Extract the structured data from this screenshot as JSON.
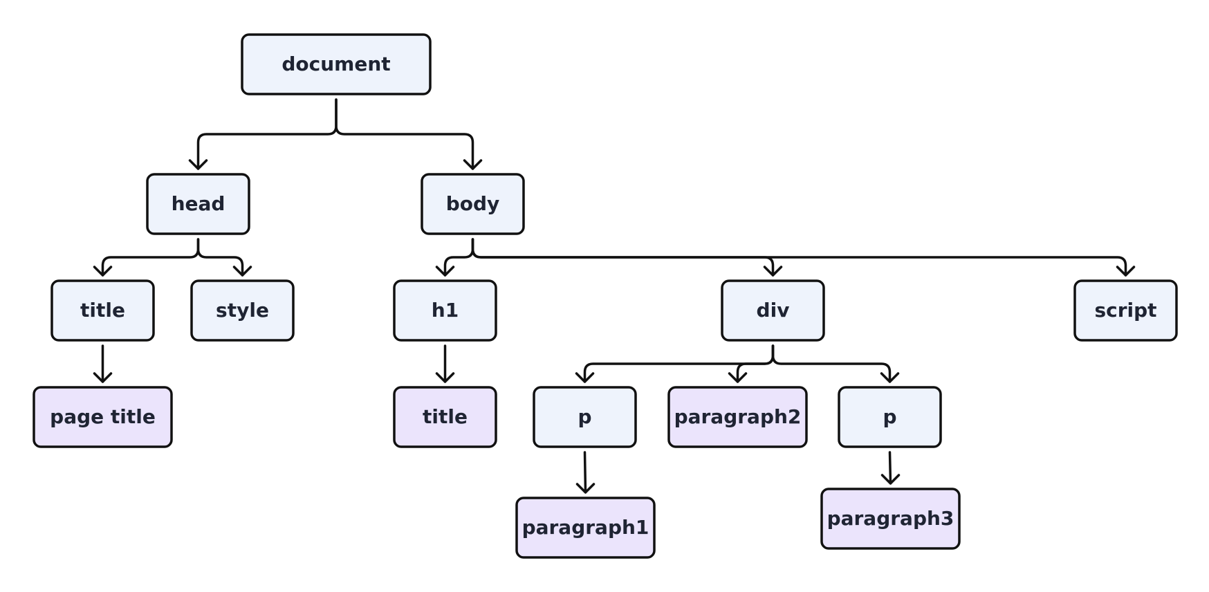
{
  "colors": {
    "element_fill": "#eef3fc",
    "text_fill": "#ebe4fc",
    "stroke": "#111111",
    "label": "#1f2433"
  },
  "nodes": {
    "document": {
      "label": "document",
      "kind": "element"
    },
    "head": {
      "label": "head",
      "kind": "element"
    },
    "body": {
      "label": "body",
      "kind": "element"
    },
    "title": {
      "label": "title",
      "kind": "element"
    },
    "style": {
      "label": "style",
      "kind": "element"
    },
    "h1": {
      "label": "h1",
      "kind": "element"
    },
    "div": {
      "label": "div",
      "kind": "element"
    },
    "script": {
      "label": "script",
      "kind": "element"
    },
    "page_title": {
      "label": "page title",
      "kind": "text"
    },
    "h1_title": {
      "label": "title",
      "kind": "text"
    },
    "p_first": {
      "label": "p",
      "kind": "element"
    },
    "paragraph2": {
      "label": "paragraph2",
      "kind": "text"
    },
    "p_second": {
      "label": "p",
      "kind": "element"
    },
    "paragraph1": {
      "label": "paragraph1",
      "kind": "text"
    },
    "paragraph3": {
      "label": "paragraph3",
      "kind": "text"
    }
  },
  "edges": [
    {
      "from": "document",
      "to": "head"
    },
    {
      "from": "document",
      "to": "body"
    },
    {
      "from": "head",
      "to": "title"
    },
    {
      "from": "head",
      "to": "style"
    },
    {
      "from": "body",
      "to": "h1"
    },
    {
      "from": "body",
      "to": "div"
    },
    {
      "from": "body",
      "to": "script"
    },
    {
      "from": "title",
      "to": "page_title"
    },
    {
      "from": "h1",
      "to": "h1_title"
    },
    {
      "from": "div",
      "to": "p_first"
    },
    {
      "from": "div",
      "to": "paragraph2"
    },
    {
      "from": "div",
      "to": "p_second"
    },
    {
      "from": "p_first",
      "to": "paragraph1"
    },
    {
      "from": "p_second",
      "to": "paragraph3"
    }
  ]
}
